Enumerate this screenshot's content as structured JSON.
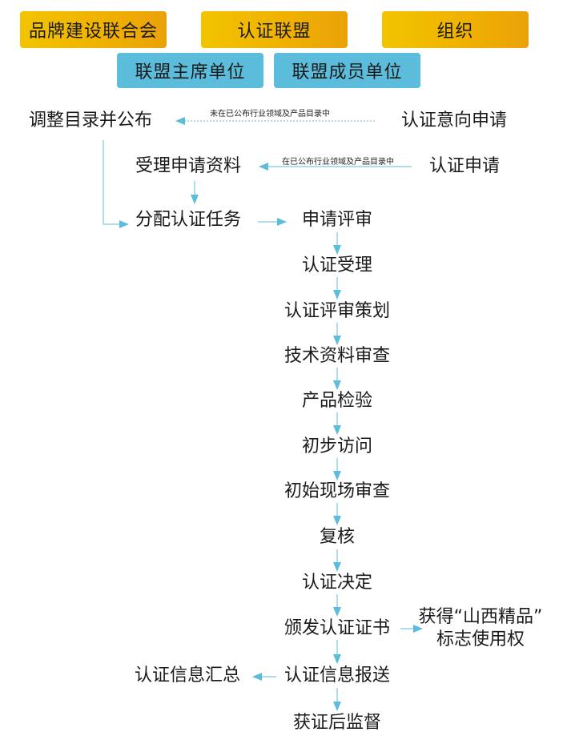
{
  "org_row1": [
    "品牌建设联合会",
    "认证联盟",
    "组织"
  ],
  "org_row2": [
    "联盟主席单位",
    "联盟成员单位"
  ],
  "left": {
    "publish": "调整目录并公布",
    "accept": "受理申请资料",
    "assign": "分配认证任务"
  },
  "right": {
    "intent": "认证意向申请",
    "apply": "认证申请"
  },
  "edge_labels": {
    "not_in_catalog": "未在已公布行业领域及产品目录中",
    "in_catalog": "在已公布行业领域及产品目录中"
  },
  "main_steps": [
    "申请评审",
    "认证受理",
    "认证评审策划",
    "技术资料审查",
    "产品检验",
    "初步访问",
    "初始现场审查",
    "复核",
    "认证决定",
    "颁发认证证书",
    "认证信息报送",
    "获证后监督"
  ],
  "side": {
    "mark_line1": "获得“山西精品”",
    "mark_line2": "标志使用权",
    "summary": "认证信息汇总"
  },
  "colors": {
    "gold": "#f2c400",
    "blue": "#5bbcdc",
    "arrow": "#5bbcdc"
  }
}
